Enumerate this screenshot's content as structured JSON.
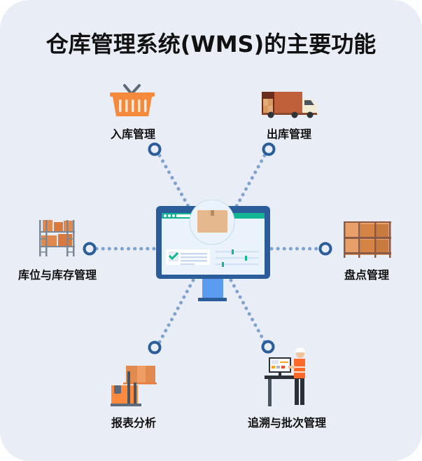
{
  "title": "仓库管理系统(WMS)的主要功能",
  "colors": {
    "background": "#e9eef6",
    "node_ring": "#2a5d99",
    "dot": "#7fa3cf",
    "monitor_frame": "#2a5d99",
    "monitor_stand": "#5c9cf0",
    "screen_bar": "#12b594",
    "box": "#e5b98d"
  },
  "center": {
    "icon": "computer-monitor-with-package-icon"
  },
  "functions": [
    {
      "id": "inbound",
      "label": "入库管理",
      "icon": "shopping-basket-icon"
    },
    {
      "id": "outbound",
      "label": "出库管理",
      "icon": "delivery-truck-icon"
    },
    {
      "id": "location-inventory",
      "label": "库位与库存管理",
      "icon": "shelf-with-boxes-icon"
    },
    {
      "id": "stocktaking",
      "label": "盘点管理",
      "icon": "warehouse-rack-icon"
    },
    {
      "id": "reports",
      "label": "报表分析",
      "icon": "forklift-with-boxes-icon"
    },
    {
      "id": "traceability",
      "label": "追溯与批次管理",
      "icon": "worker-at-computer-icon"
    }
  ]
}
